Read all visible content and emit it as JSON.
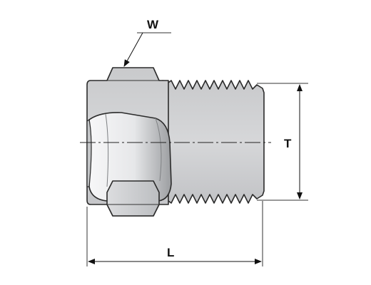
{
  "drawing": {
    "labels": {
      "width": "W",
      "thread": "T",
      "length": "L"
    },
    "colors": {
      "body": "#d3d4d6",
      "body_dark": "#a9abae",
      "body_light": "#eeeff0",
      "line": "#2b2b2b",
      "background": "#ffffff"
    }
  }
}
